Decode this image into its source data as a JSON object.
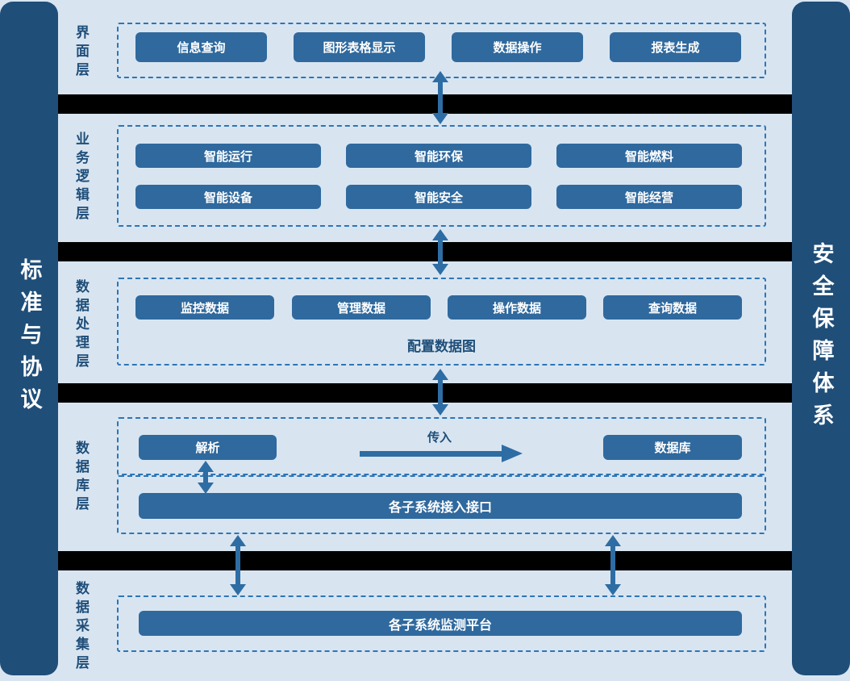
{
  "diagram": {
    "left_rail": "标准与协议",
    "right_rail": "安全保障体系",
    "layers": {
      "interface": {
        "label": "界面层",
        "buttons": [
          "信息查询",
          "图形表格显示",
          "数据操作",
          "报表生成"
        ]
      },
      "business": {
        "label": "业务逻辑层",
        "row1": [
          "智能运行",
          "智能环保",
          "智能燃料"
        ],
        "row2": [
          "智能设备",
          "智能安全",
          "智能经营"
        ]
      },
      "processing": {
        "label": "数据处理层",
        "buttons": [
          "监控数据",
          "管理数据",
          "操作数据",
          "查询数据"
        ],
        "caption": "配置数据图"
      },
      "database": {
        "label": "数据库层",
        "parse": "解析",
        "flow": "传入",
        "db": "数据库",
        "bus": "各子系统接入接口"
      },
      "collection": {
        "label": "数据采集层",
        "platform": "各子系统监测平台"
      }
    },
    "colors": {
      "background": "#d8e5f1",
      "rail": "#1f4e79",
      "node": "#2f699e",
      "dashed_border": "#2e75b6",
      "separator": "#000000",
      "arrow": "#2e6da4",
      "label_text": "#1f4e79"
    }
  }
}
